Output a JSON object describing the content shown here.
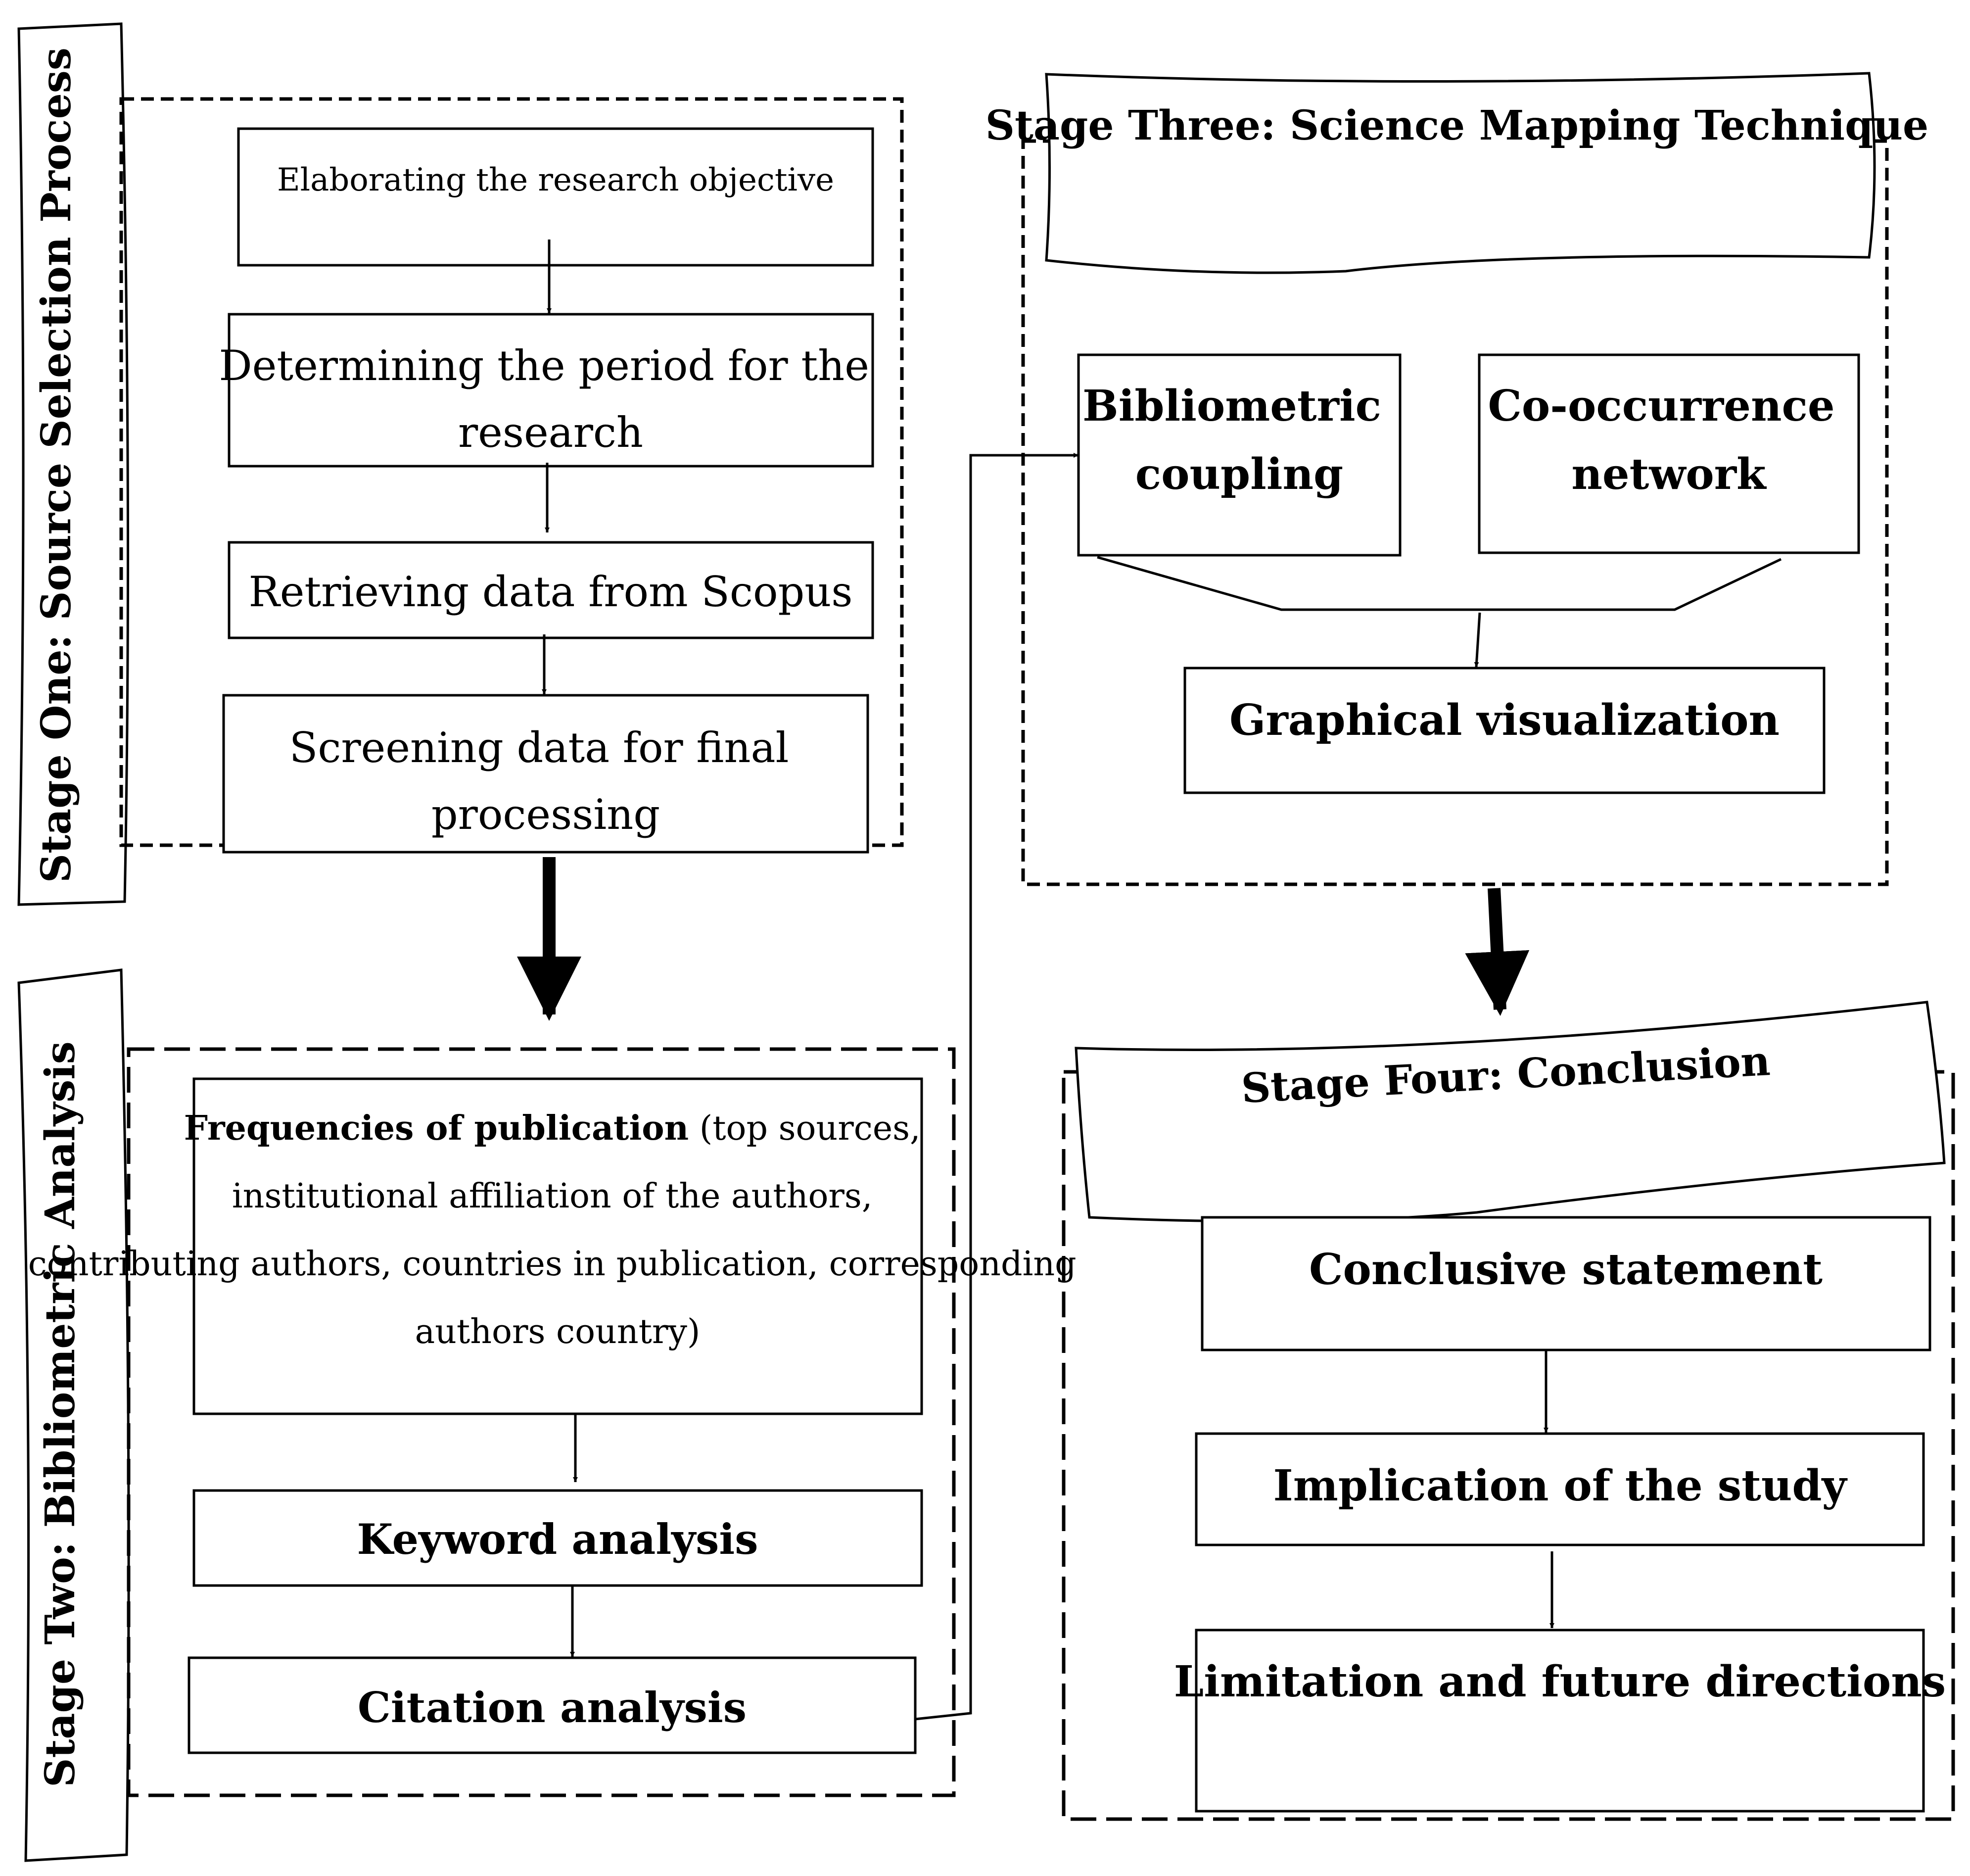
{
  "stage_one": {
    "title": "Stage One: Source Selection Process",
    "steps": [
      "Elaborating the research objective",
      "Determining the period for the research",
      "Retrieving data from Scopus",
      "Screening data for final processing"
    ]
  },
  "stage_two": {
    "title": "Stage Two: Bibliometric Analysis",
    "frequencies_bold": "Frequencies of publication",
    "frequencies_detail": "(top sources, institutional affiliation of the authors, contributing authors, countries in publication, corresponding authors country)",
    "keyword_analysis": "Keyword analysis",
    "citation_analysis": "Citation analysis"
  },
  "stage_three": {
    "title": "Stage Three: Science Mapping Technique",
    "bibliometric_coupling": "Bibliometric coupling",
    "co_occurrence_network": "Co-occurrence network",
    "graphical_visualization": "Graphical visualization"
  },
  "stage_four": {
    "title": "Stage Four: Conclusion",
    "steps": [
      "Conclusive statement",
      "Implication of the study",
      "Limitation and future directions"
    ]
  }
}
